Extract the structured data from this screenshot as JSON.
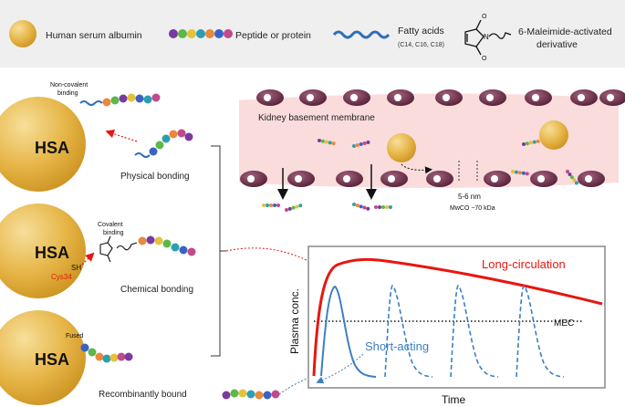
{
  "legend": {
    "albumin_label": "Human serum albumin",
    "peptide_label": "Peptide or protein",
    "fatty_label": "Fatty acids",
    "fatty_sub": "(C14, C16, C18)",
    "maleimide_line1": "6-Maleimide-activated",
    "maleimide_line2": "derivative",
    "maleimide_o": "O",
    "maleimide_n": "N"
  },
  "binding": {
    "hsa_label": "HSA",
    "noncov_line1": "Non-covalent",
    "noncov_line2": "binding",
    "physical_label": "Physical bonding",
    "cov_line1": "Covalent",
    "cov_line2": "binding",
    "sh_label": "SH",
    "cys_label": "Cys34",
    "chemical_label": "Chemical bonding",
    "fused_label": "Fused",
    "recomb_label": "Recombinantly bound"
  },
  "kidney": {
    "title": "Kidney basement membrane",
    "pore_size": "5-6 nm",
    "mwco": "MwCO ~70 kDa"
  },
  "chart_data": {
    "type": "line",
    "xlabel": "Time",
    "ylabel": "Plasma conc.",
    "threshold_label": "MEC",
    "series": [
      {
        "name": "Long-circulation",
        "color": "#e8160f",
        "style": "solid"
      },
      {
        "name": "Short-acting",
        "color": "#3b7fc4",
        "style": "solid-then-dashed"
      }
    ]
  },
  "colors": {
    "hsa": "#e3b345",
    "membrane": "#fadcdc",
    "cell": "#6e2b45",
    "long": "#e8160f",
    "short": "#3b7fc4"
  }
}
